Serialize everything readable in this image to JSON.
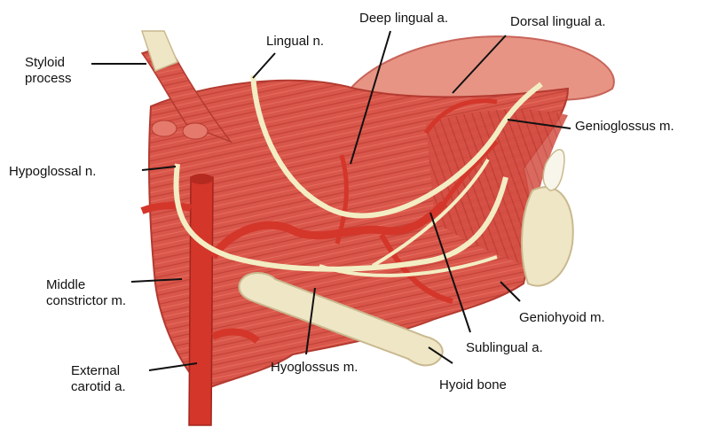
{
  "colors": {
    "muscle": "#d9564a",
    "muscle_dark": "#b73a32",
    "artery": "#d4362a",
    "nerve": "#f3edc4",
    "bone": "#efe6c6",
    "tongue_surface": "#e79484",
    "leader": "#111111"
  },
  "labels": {
    "styloid_process": "Styloid\nprocess",
    "lingual_n": "Lingual n.",
    "deep_lingual_a": "Deep lingual a.",
    "dorsal_lingual_a": "Dorsal lingual a.",
    "genioglossus_m": "Genioglossus m.",
    "hypoglossal_n": "Hypoglossal n.",
    "middle_constrictor_m": "Middle\nconstrictor m.",
    "geniohyoid_m": "Geniohyoid m.",
    "sublingual_a": "Sublingual a.",
    "external_carotid_a": "External\ncarotid a.",
    "hyoglossus_m": "Hyoglossus m.",
    "hyoid_bone": "Hyoid bone"
  }
}
